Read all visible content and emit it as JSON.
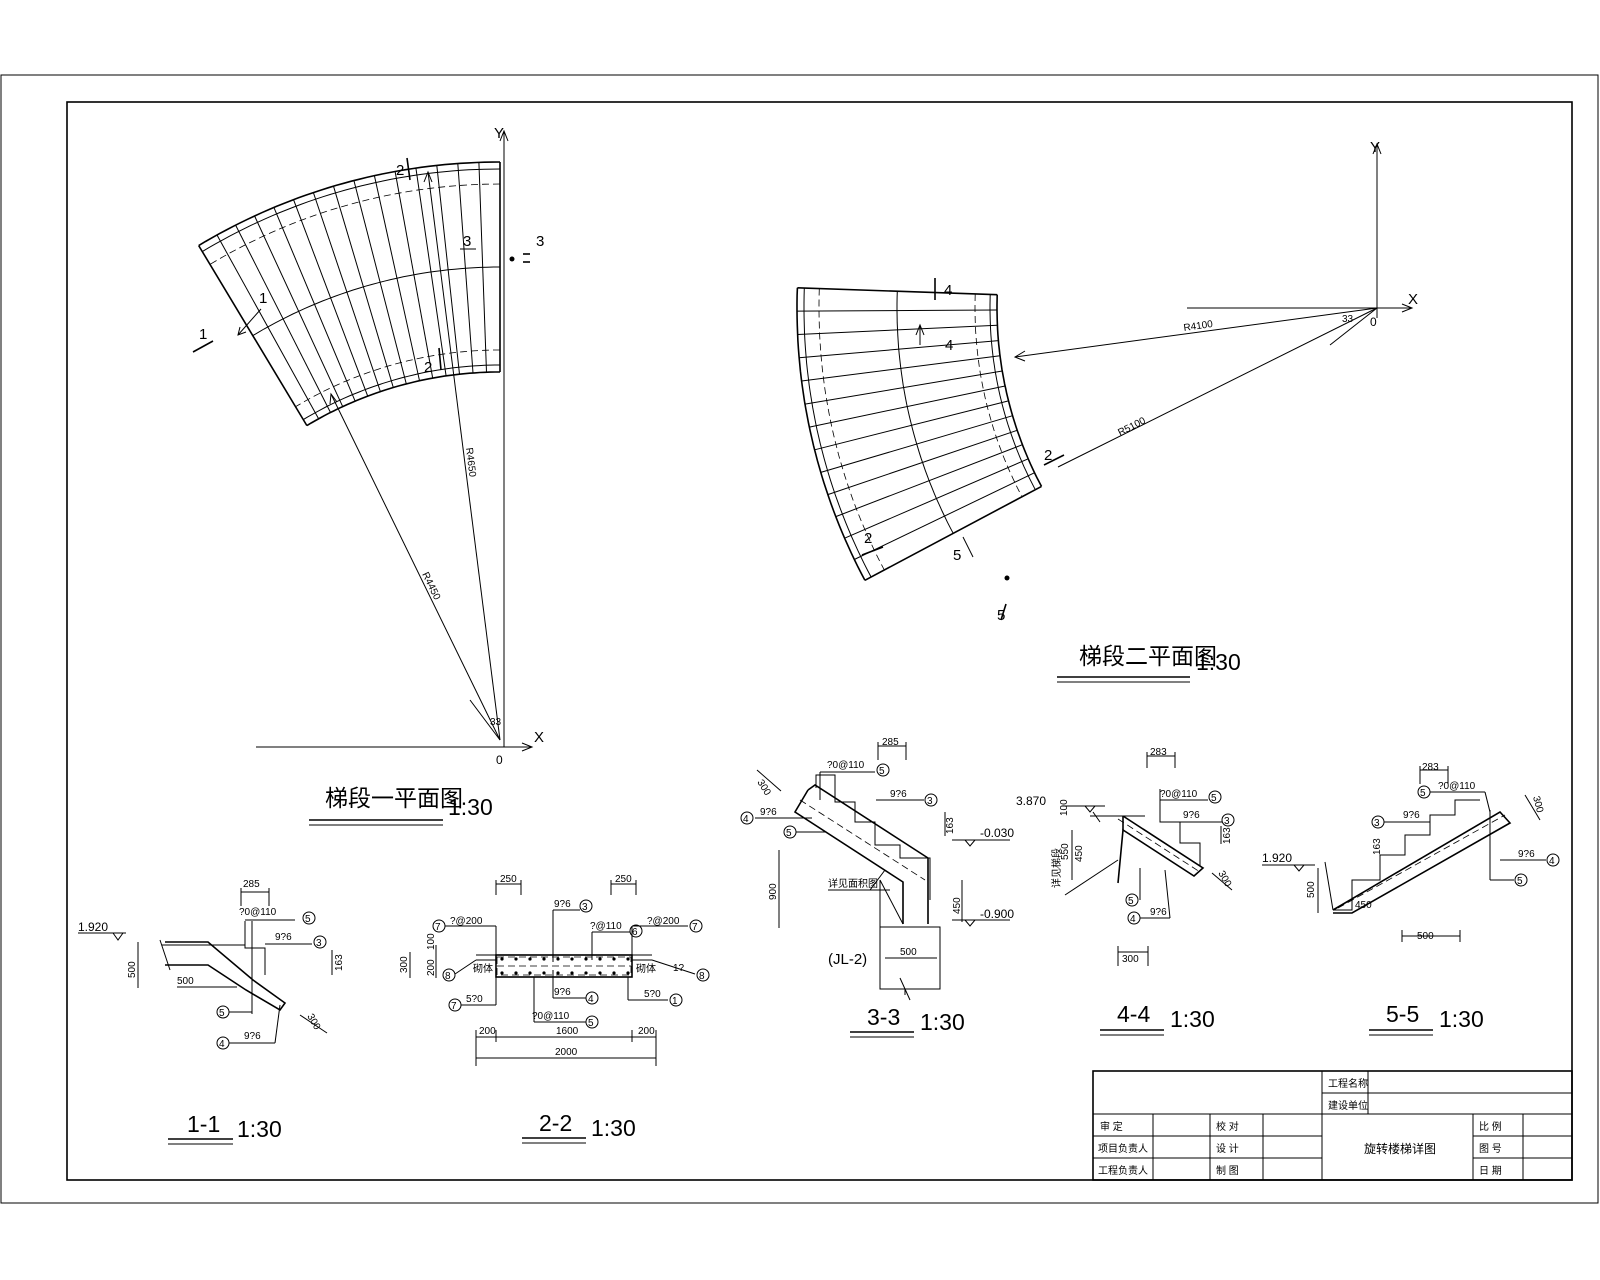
{
  "plan1": {
    "title": "梯段一平面图",
    "scale": "1:30",
    "axis_y": "Y",
    "axis_x": "X",
    "origin": "0",
    "angle": "33",
    "r_outer": "R4650",
    "r_inner": "R4450",
    "cut_1": "1",
    "cut_2": "2",
    "cut_3": "3"
  },
  "plan2": {
    "title": "梯段二平面图",
    "scale": "1:30",
    "axis_y": "Y",
    "axis_x": "X",
    "origin": "0",
    "angle": "33",
    "r_a": "R4100",
    "r_b": "R5100",
    "cut_2": "2",
    "cut_4": "4",
    "cut_5": "5"
  },
  "sec11": {
    "title": "1-1",
    "scale": "1:30",
    "elev": "1.920",
    "d285": "285",
    "d500a": "500",
    "d500b": "500",
    "d163": "163",
    "d300": "300",
    "bar5": "?0@110",
    "bar3": "9?6",
    "bar4": "9?6",
    "n5a": "5",
    "n3": "3",
    "n5b": "5",
    "n4": "4"
  },
  "sec22": {
    "title": "2-2",
    "scale": "1:30",
    "d250a": "250",
    "d250b": "250",
    "d300": "300",
    "d100": "100",
    "d200v": "200",
    "d200a": "200",
    "d1600": "1600",
    "d200b": "200",
    "d2000": "2000",
    "bar7a": "?@200",
    "bar3a": "9?6",
    "bar6": "?@110",
    "bar7b": "?@200",
    "bar8": "1?",
    "bar7c": "5?0",
    "bar4": "9?6",
    "bar5": "?0@110",
    "bar1": "5?0",
    "n7a": "7",
    "n3": "3",
    "n6": "6",
    "n7b": "7",
    "n8a": "8",
    "n8b": "8",
    "n7c": "7",
    "n4": "4",
    "n5": "5",
    "n1": "1",
    "label_l": "砌体",
    "label_r": "砌体"
  },
  "sec33": {
    "title": "3-3",
    "scale": "1:30",
    "d285": "285",
    "d300": "300",
    "d163": "163",
    "d900": "900",
    "d450": "450",
    "d500": "500",
    "elev1": "-0.030",
    "elev2": "-0.900",
    "bar5": "?0@110",
    "bar3": "9?6",
    "bar4": "9?6",
    "n5": "5",
    "n3": "3",
    "n4": "4",
    "n5b": "5",
    "note": "详见面积图",
    "beam": "(JL-2)"
  },
  "sec44": {
    "title": "4-4",
    "scale": "1:30",
    "d283": "283",
    "elev": "3.870",
    "d100": "100",
    "d550": "550",
    "d450": "450",
    "d163": "163",
    "d300a": "300",
    "d300b": "300",
    "bar5": "?0@110",
    "bar3": "9?6",
    "bar4": "9?6",
    "n5": "5",
    "n3": "3",
    "n5b": "5",
    "n4": "4",
    "note": "详见梯段"
  },
  "sec55": {
    "title": "5-5",
    "scale": "1:30",
    "d283": "283",
    "d300": "300",
    "elev": "1.920",
    "d163": "163",
    "d500v": "500",
    "d450": "450",
    "d500h": "500",
    "bar5": "?0@110",
    "bar3": "9?6",
    "bar4": "9?6",
    "n5": "5",
    "n3": "3",
    "n4": "4",
    "n5b": "5"
  },
  "titleblock": {
    "r1": "工程名称",
    "r2": "建设单位",
    "a1": "审  定",
    "a2": "项目负责人",
    "a3": "工程负责人",
    "b1": "校  对",
    "b2": "设  计",
    "b3": "制  图",
    "drawing_title": "旋转楼梯详图",
    "c1": "比  例",
    "c2": "图  号",
    "c3": "日  期"
  }
}
